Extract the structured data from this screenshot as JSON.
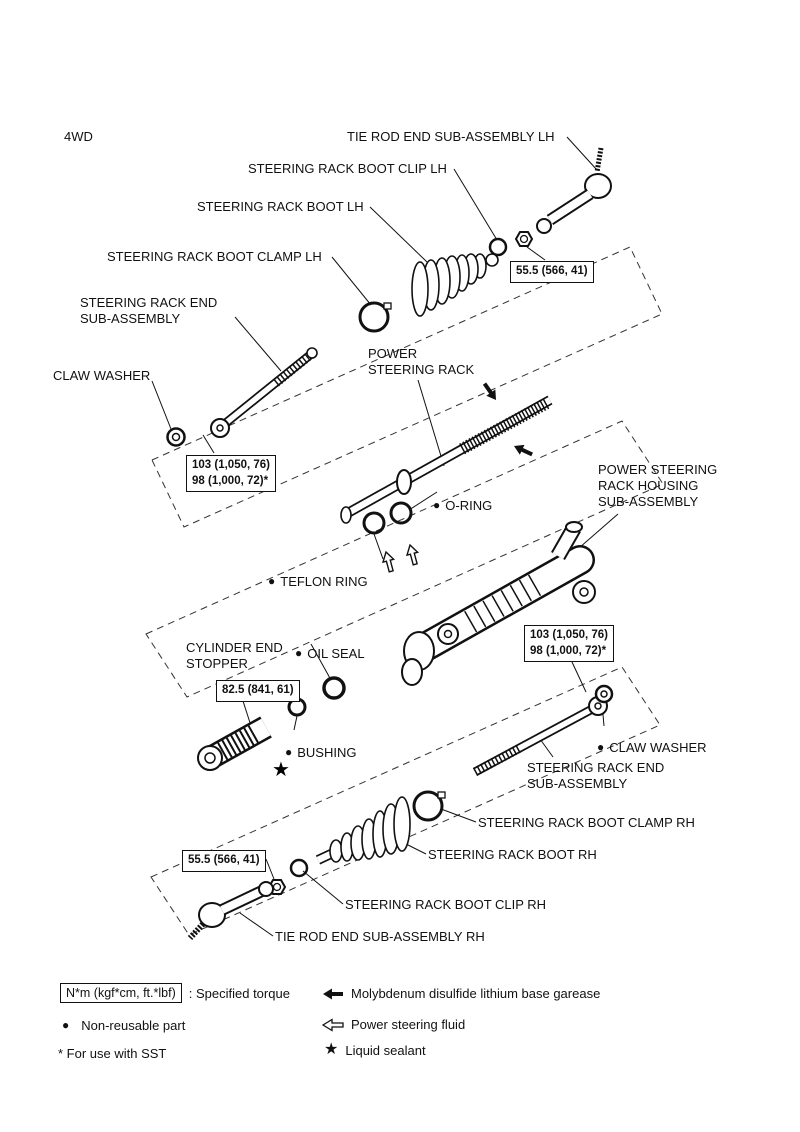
{
  "page": {
    "variant": "4WD"
  },
  "icons": {
    "non_reusable": "●",
    "sealant_star": "★"
  },
  "labels": {
    "tie_rod_end_lh": "TIE ROD END SUB-ASSEMBLY LH",
    "boot_clip_lh": "STEERING RACK BOOT CLIP LH",
    "boot_lh": "STEERING RACK BOOT LH",
    "boot_clamp_lh": "STEERING RACK BOOT CLAMP LH",
    "rack_end_lh": "STEERING RACK END\nSUB-ASSEMBLY",
    "claw_washer_lh": "CLAW WASHER",
    "power_steering_rack": "POWER\nSTEERING RACK",
    "o_ring": "O-RING",
    "teflon_ring": "TEFLON RING",
    "housing": "POWER STEERING\nRACK HOUSING\nSUB-ASSEMBLY",
    "oil_seal": "OIL SEAL",
    "cylinder_end_stopper": "CYLINDER END\nSTOPPER",
    "bushing": "BUSHING",
    "claw_washer_rh": "CLAW WASHER",
    "rack_end_rh": "STEERING RACK END\nSUB-ASSEMBLY",
    "boot_clamp_rh": "STEERING RACK BOOT CLAMP RH",
    "boot_rh": "STEERING RACK BOOT RH",
    "boot_clip_rh": "STEERING RACK BOOT CLIP RH",
    "tie_rod_end_rh": "TIE ROD END SUB-ASSEMBLY RH"
  },
  "torque_specs": {
    "tie_rod_lh": "55.5 (566, 41)",
    "rack_end_lh": "103 (1,050, 76)\n98 (1,000, 72)*",
    "cylinder_end_stopper": "82.5 (841, 61)",
    "rack_end_rh": "103 (1,050, 76)\n98 (1,000, 72)*",
    "tie_rod_rh": "55.5 (566, 41)"
  },
  "legend": {
    "torque_symbol": "N*m (kgf*cm, ft.*lbf)",
    "torque_desc": ": Specified torque",
    "non_reusable": "Non-reusable part",
    "sst_note": "* For use with SST",
    "grease": "Molybdenum disulfide lithium base garease",
    "fluid": "Power steering fluid",
    "sealant": "Liquid sealant"
  }
}
